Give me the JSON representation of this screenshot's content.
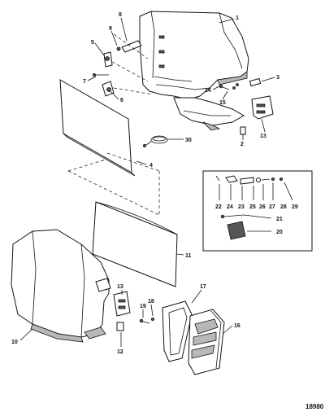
{
  "figure_number": "18980",
  "callouts": {
    "c1": "1",
    "c2": "2",
    "c3": "3",
    "c4": "4",
    "c5": "5",
    "c6": "6",
    "c7": "7",
    "c8": "8",
    "c9": "9",
    "c10": "10",
    "c11": "11",
    "c12": "12",
    "c13a": "13",
    "c13b": "13",
    "c14": "14",
    "c15": "15",
    "c16": "16",
    "c17": "17",
    "c18": "18",
    "c19": "19",
    "c20": "20",
    "c21": "21",
    "c22": "22",
    "c23": "23",
    "c24": "24",
    "c25": "25",
    "c26": "26",
    "c27": "27",
    "c28": "28",
    "c29": "29",
    "c30": "30"
  }
}
